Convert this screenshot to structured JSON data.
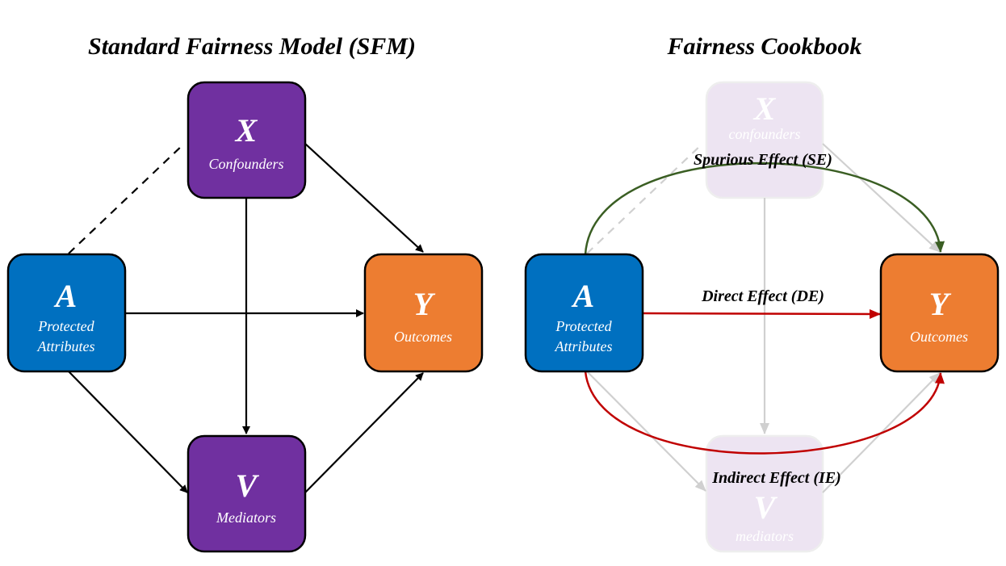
{
  "colors": {
    "protected": "#0070c0",
    "confounder": "#7030a0",
    "outcome": "#ed7d31",
    "faded": "#ede4f2",
    "spurious": "#3a5e23",
    "causal": "#c00000",
    "gray_edge": "#d0d0d0"
  },
  "left": {
    "title": "Standard Fairness Model (SFM)",
    "nodes": {
      "X": {
        "symbol": "X",
        "label": "Confounders"
      },
      "A": {
        "symbol": "A",
        "label1": "Protected",
        "label2": "Attributes"
      },
      "Y": {
        "symbol": "Y",
        "label": "Outcomes"
      },
      "V": {
        "symbol": "V",
        "label": "Mediators"
      }
    }
  },
  "right": {
    "title": "Fairness Cookbook",
    "nodes": {
      "X": {
        "symbol": "X",
        "label": "confounders"
      },
      "A": {
        "symbol": "A",
        "label1": "Protected",
        "label2": "Attributes"
      },
      "Y": {
        "symbol": "Y",
        "label": "Outcomes"
      },
      "V": {
        "symbol": "V",
        "label": "mediators"
      }
    },
    "effects": {
      "se": "Spurious Effect (SE)",
      "de": "Direct Effect (DE)",
      "ie": "Indirect Effect (IE)"
    }
  }
}
